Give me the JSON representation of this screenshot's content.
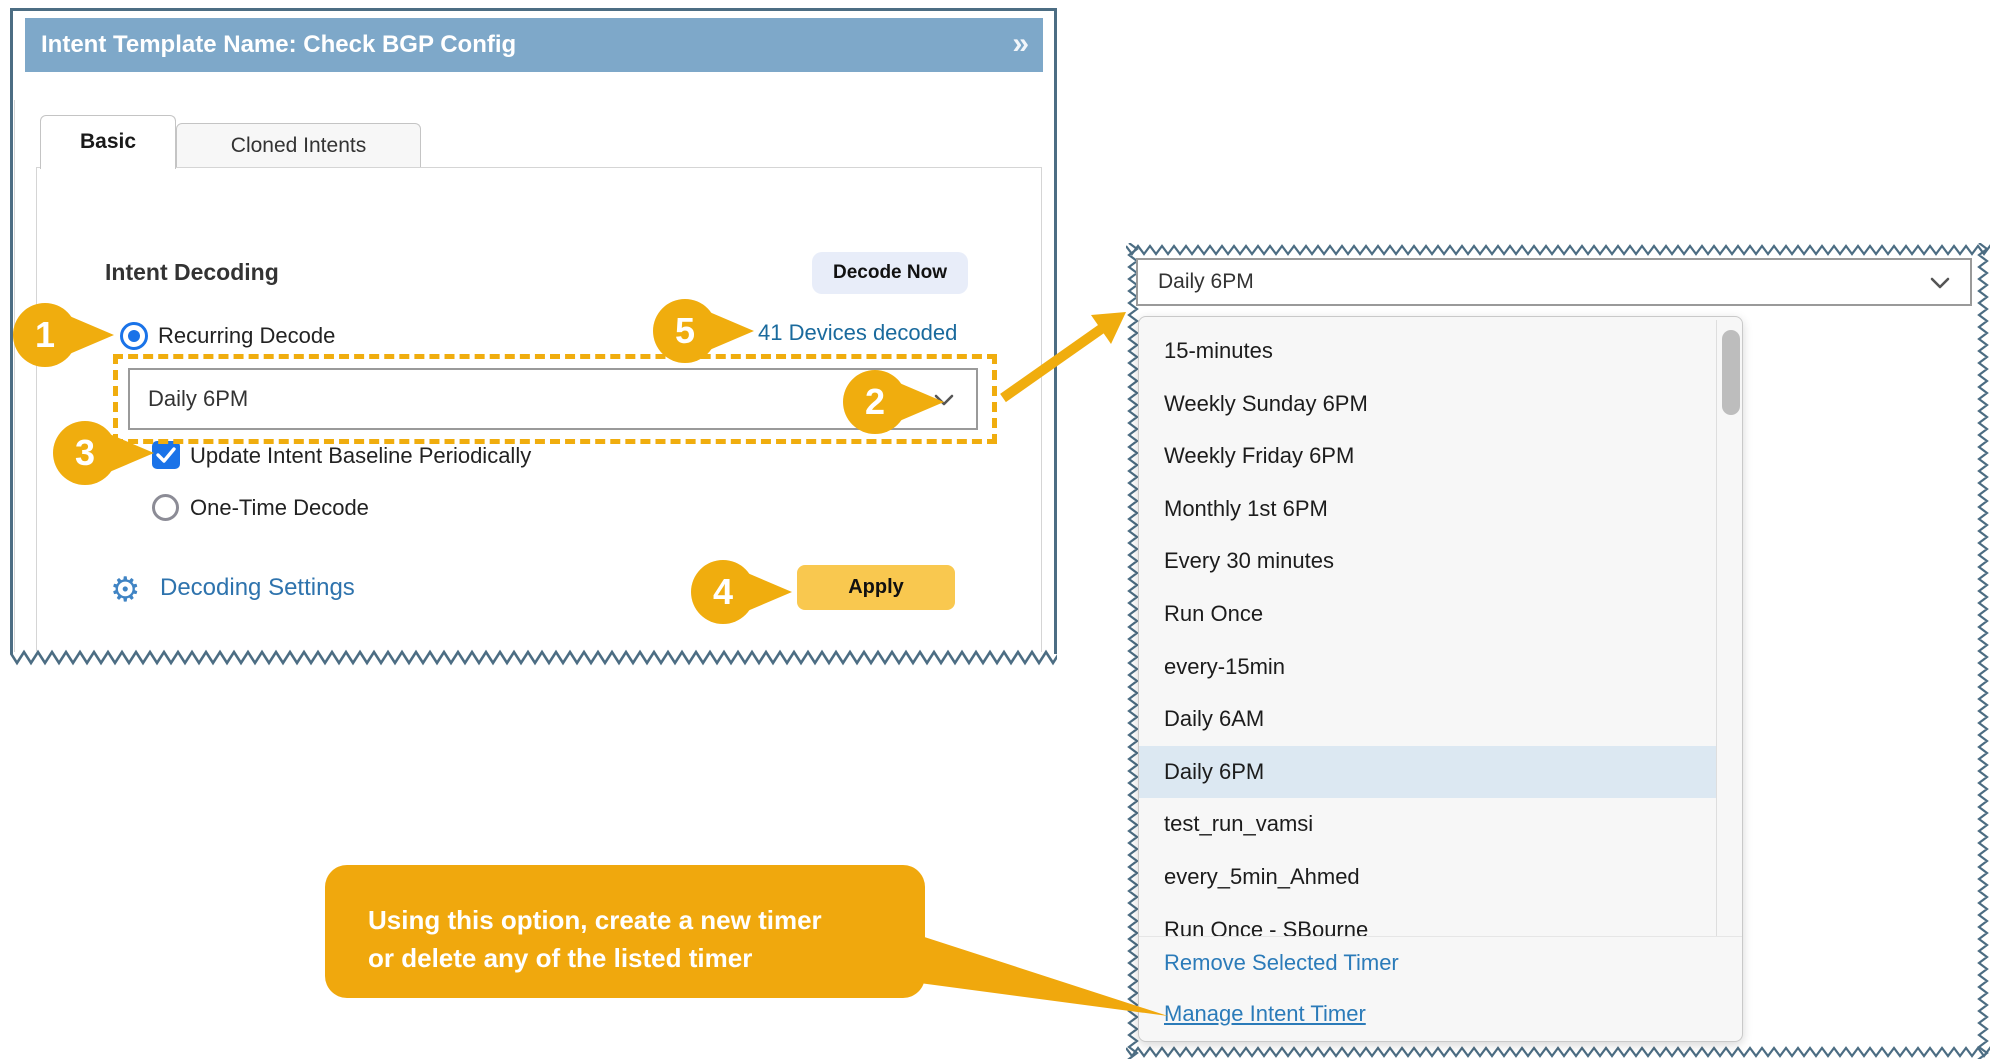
{
  "left_panel": {
    "title": "Intent Template Name: Check BGP Config",
    "collapse_icon": "»",
    "tabs": [
      {
        "label": "Basic"
      },
      {
        "label": "Cloned Intents"
      }
    ],
    "section_heading": "Intent Decoding",
    "decode_now_label": "Decode Now",
    "devices_decoded_link": "41 Devices decoded",
    "recurring_radio_label": "Recurring Decode",
    "timer_select_value": "Daily 6PM",
    "update_baseline_checkbox_label": "Update Intent Baseline Periodically",
    "one_time_radio_label": "One-Time Decode",
    "gear_icon": "⚙",
    "decoding_settings_link": "Decoding Settings",
    "apply_button_label": "Apply"
  },
  "callouts": {
    "one": "1",
    "two": "2",
    "three": "3",
    "four": "4",
    "five": "5"
  },
  "annotation_bubble": {
    "line1": "Using this option, create a new timer",
    "line2": "or delete any of the listed timer"
  },
  "right_panel": {
    "timer_select_value": "Daily 6PM",
    "options": [
      "15-minutes",
      "Weekly Sunday 6PM",
      "Weekly Friday 6PM",
      "Monthly 1st 6PM",
      "Every 30 minutes",
      "Run Once",
      "every-15min",
      "Daily 6AM",
      "Daily 6PM",
      "test_run_vamsi",
      "every_5min_Ahmed",
      "Run Once - SBourne"
    ],
    "selected_option": "Daily 6PM",
    "remove_timer_link": "Remove Selected Timer",
    "manage_timer_link": "Manage Intent Timer"
  },
  "colors": {
    "accent_amber": "#F0A80D",
    "apply_yellow": "#F9C84F",
    "header_blue": "#7EA8C9",
    "border_slate": "#4C6D83",
    "link_teal": "#1A6A9D",
    "link_blue": "#2B7BB9",
    "control_blue": "#1A73E8",
    "highlight_row": "#DCE8F2"
  }
}
